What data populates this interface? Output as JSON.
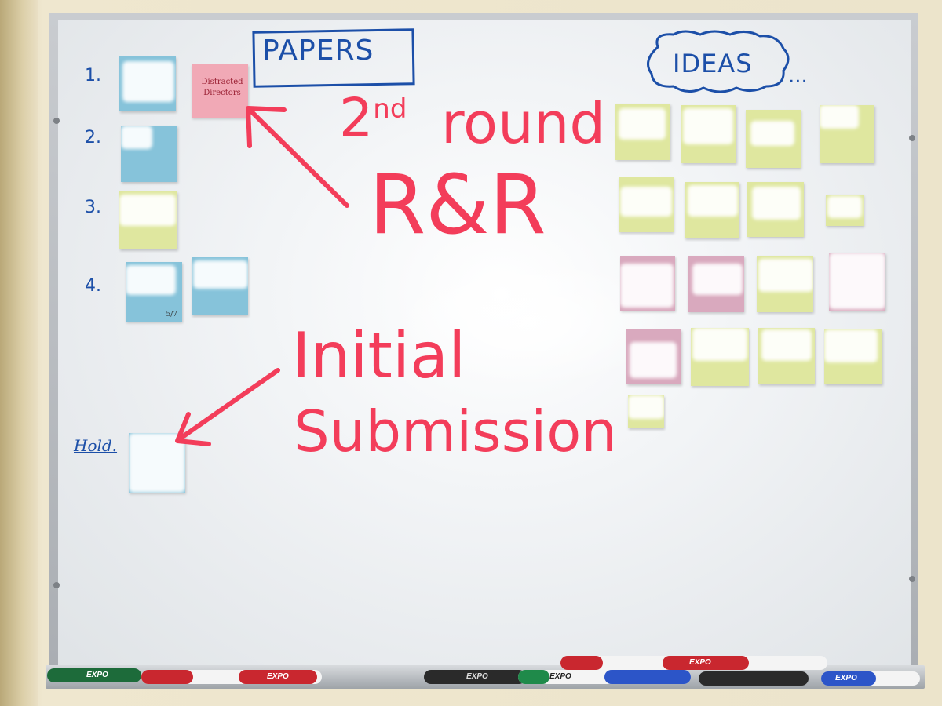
{
  "board": {
    "papers_heading": "PAPERS",
    "ideas_heading": "IDEAS",
    "ideas_ellipsis": "...",
    "paper_numbers": [
      "1.",
      "2.",
      "3.",
      "4."
    ],
    "hold_label": "Hold.",
    "note_texts": {
      "distracted_directors": "Distracted Directors",
      "paper4_small": "5/7"
    }
  },
  "annotations": {
    "second_round": "2nd round",
    "ordinal_main": "2",
    "ordinal_suffix": "nd",
    "round_word": "round",
    "r_and_r": "R&R",
    "initial_line1": "Initial",
    "initial_line2": "Submission"
  },
  "markers": {
    "brand": "EXPO"
  },
  "colors": {
    "blue_ink": "#1c4fa8",
    "red_ink": "#f33d5a",
    "sticky_blue": "#86c3da",
    "sticky_pink": "#f1a9b6",
    "sticky_yellow": "#dfe79f",
    "sticky_mauve": "#d9a9be"
  }
}
